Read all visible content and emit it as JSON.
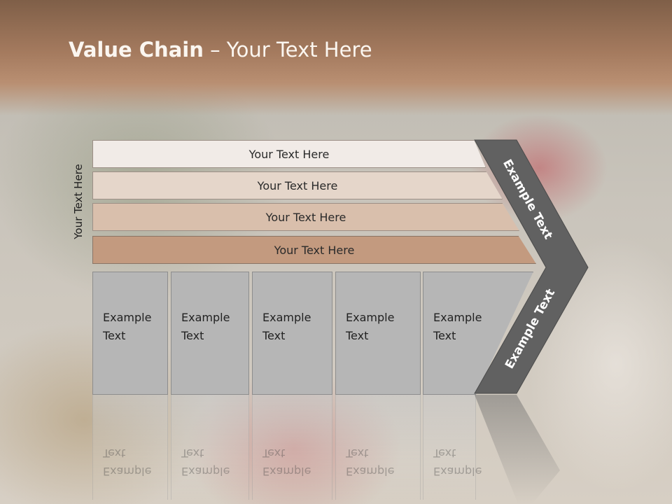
{
  "slide": {
    "title_bold": "Value Chain",
    "title_rest": " – Your Text Here",
    "vertical_label": "Your Text Here"
  },
  "bars": [
    "Your Text Here",
    "Your Text Here",
    "Your Text Here",
    "Your Text Here"
  ],
  "columns": [
    "Example Text",
    "Example Text",
    "Example Text",
    "Example Text",
    "Example Text"
  ],
  "arrow": {
    "upper_label": "Example Text",
    "lower_label": "Example Text"
  },
  "colors": {
    "header": "#a47a5e",
    "arrow": "#616161",
    "columns": "#b6b6b6"
  }
}
